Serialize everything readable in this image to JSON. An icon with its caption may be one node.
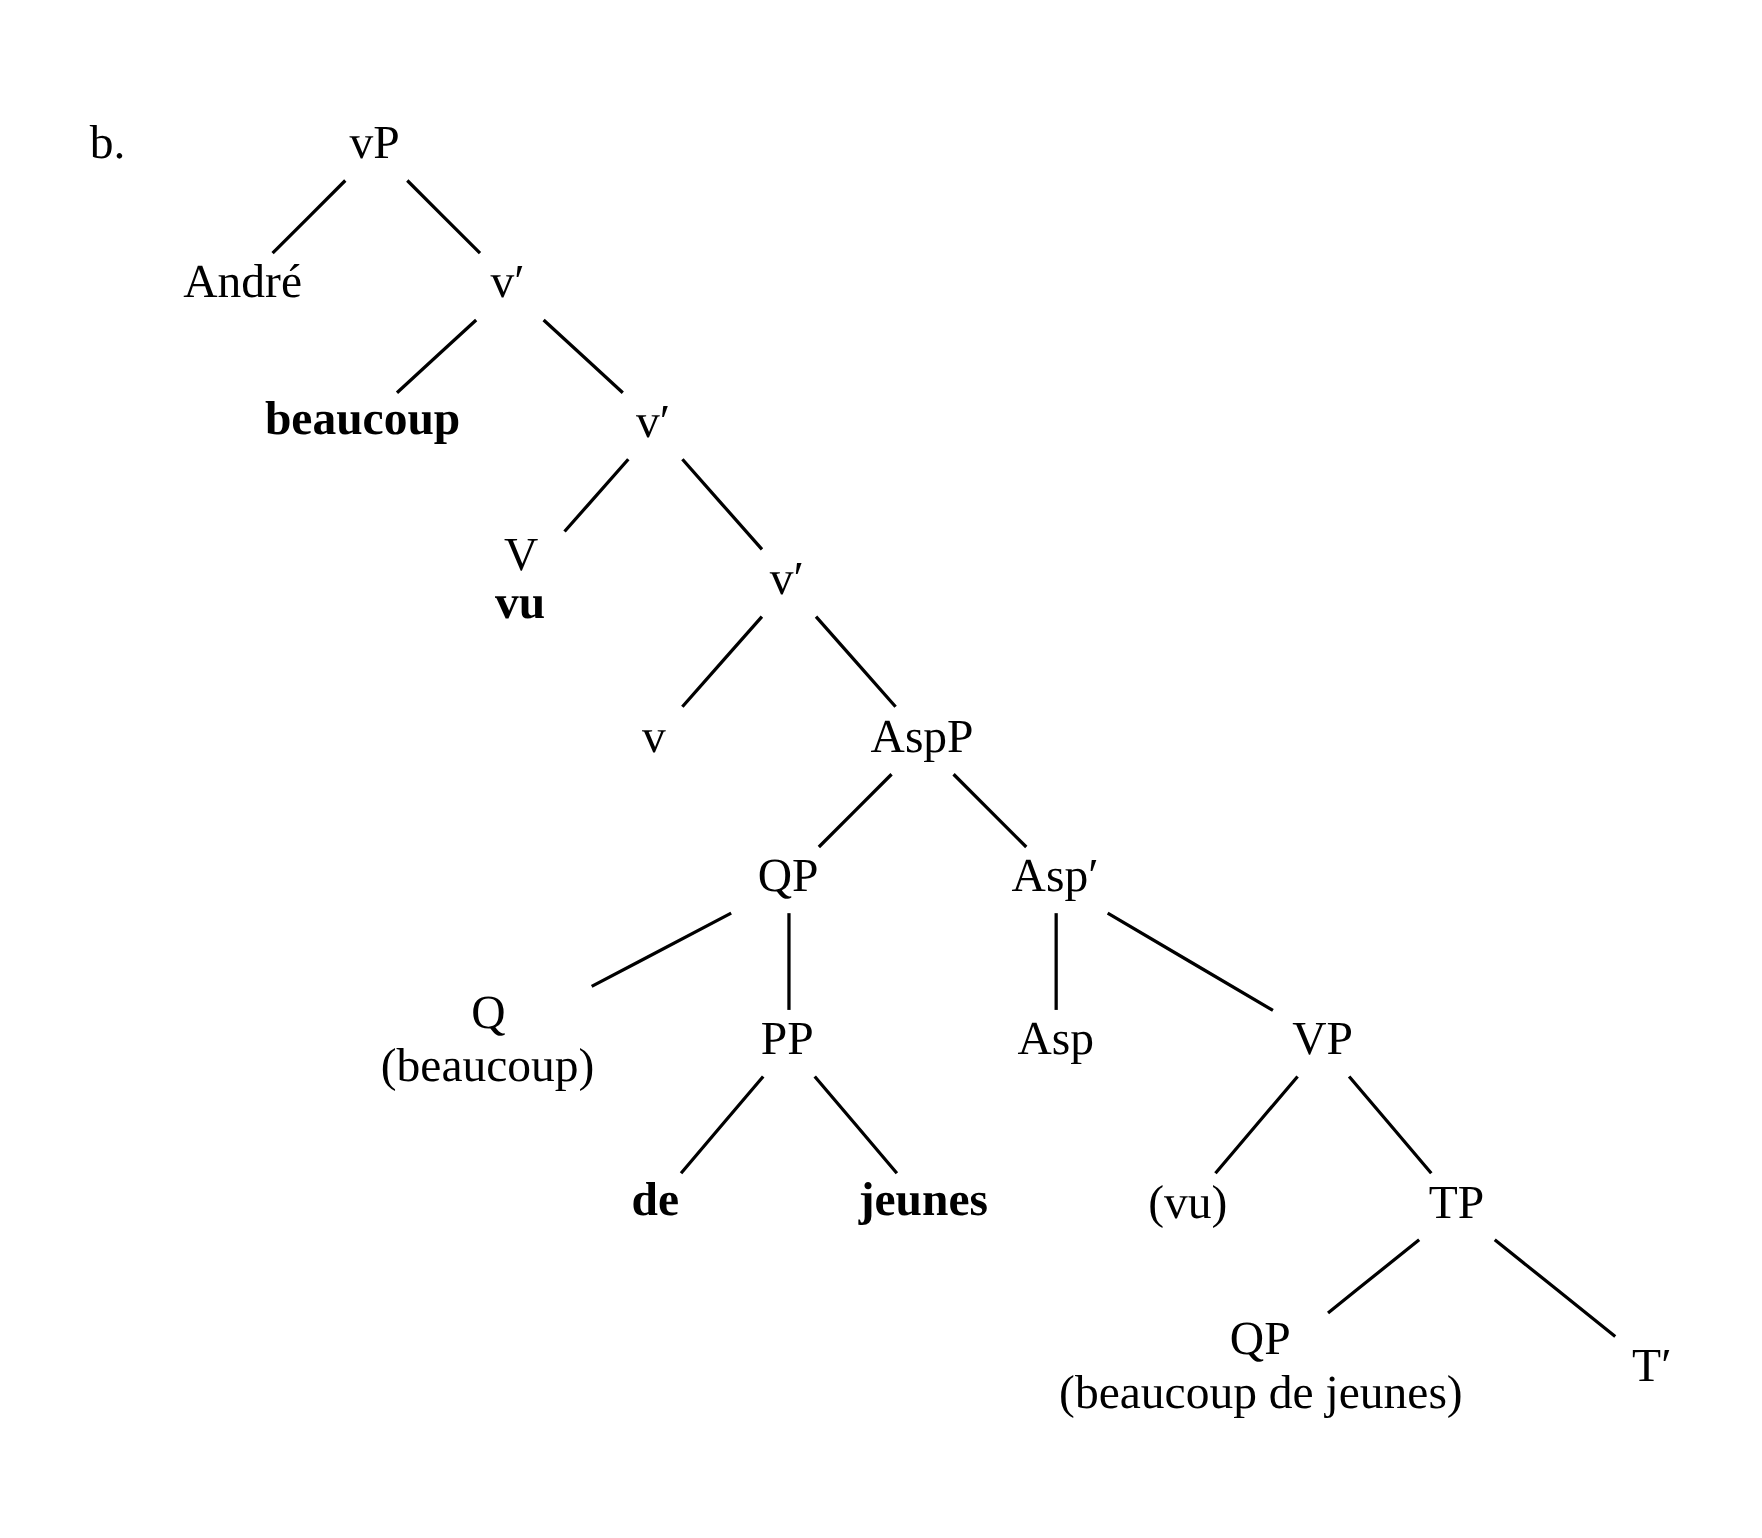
{
  "diagram": {
    "nodes": [
      {
        "text": [
          "vP"
        ]
      },
      {
        "text": [
          "André"
        ]
      },
      {
        "text": [
          "v′"
        ]
      },
      {
        "text": [
          "beaucoup"
        ]
      },
      {
        "text": [
          "v′"
        ]
      },
      {
        "text": [
          "V",
          "vu"
        ]
      },
      {
        "text": [
          "v′"
        ]
      },
      {
        "text": [
          "v"
        ]
      },
      {
        "text": [
          "AspP"
        ]
      },
      {
        "text": [
          "QP"
        ]
      },
      {
        "text": [
          "Asp′"
        ]
      },
      {
        "text": [
          "Q",
          "(beaucoup)"
        ]
      },
      {
        "text": [
          "PP"
        ]
      },
      {
        "text": [
          "Asp"
        ]
      },
      {
        "text": [
          "VP"
        ]
      },
      {
        "text": [
          "de"
        ]
      },
      {
        "text": [
          "jeunes"
        ]
      },
      {
        "text": [
          "(vu)"
        ]
      },
      {
        "text": [
          "TP"
        ]
      },
      {
        "text": [
          "QP",
          "(beaucoup de jeunes)"
        ]
      },
      {
        "text": [
          "T′"
        ]
      }
    ],
    "edges": [
      {
        "from": 0,
        "to": 1,
        "arrow": "none"
      },
      {
        "from": 0,
        "to": 2,
        "arrow": "none"
      },
      {
        "from": 2,
        "to": 3,
        "arrow": "none"
      },
      {
        "from": 2,
        "to": 4,
        "arrow": "none"
      },
      {
        "from": 4,
        "to": 5,
        "arrow": "none"
      },
      {
        "from": 4,
        "to": 6,
        "arrow": "none"
      },
      {
        "from": 6,
        "to": 7,
        "arrow": "none"
      },
      {
        "from": 6,
        "to": 8,
        "arrow": "none"
      },
      {
        "from": 8,
        "to": 9,
        "arrow": "none"
      },
      {
        "from": 8,
        "to": 10,
        "arrow": "none"
      },
      {
        "from": 9,
        "to": 11,
        "arrow": "none"
      },
      {
        "from": 9,
        "to": 12,
        "arrow": "none"
      },
      {
        "from": 10,
        "to": 13,
        "arrow": "none"
      },
      {
        "from": 10,
        "to": 14,
        "arrow": "none"
      },
      {
        "from": 12,
        "to": 15,
        "arrow": "none"
      },
      {
        "from": 12,
        "to": 16,
        "arrow": "none"
      },
      {
        "from": 14,
        "to": 17,
        "arrow": "none"
      },
      {
        "from": 14,
        "to": 18,
        "arrow": "none"
      },
      {
        "from": 18,
        "to": 19,
        "arrow": "none"
      },
      {
        "from": 18,
        "to": 20,
        "arrow": "none"
      }
    ],
    "labels": [
      "b."
    ]
  }
}
